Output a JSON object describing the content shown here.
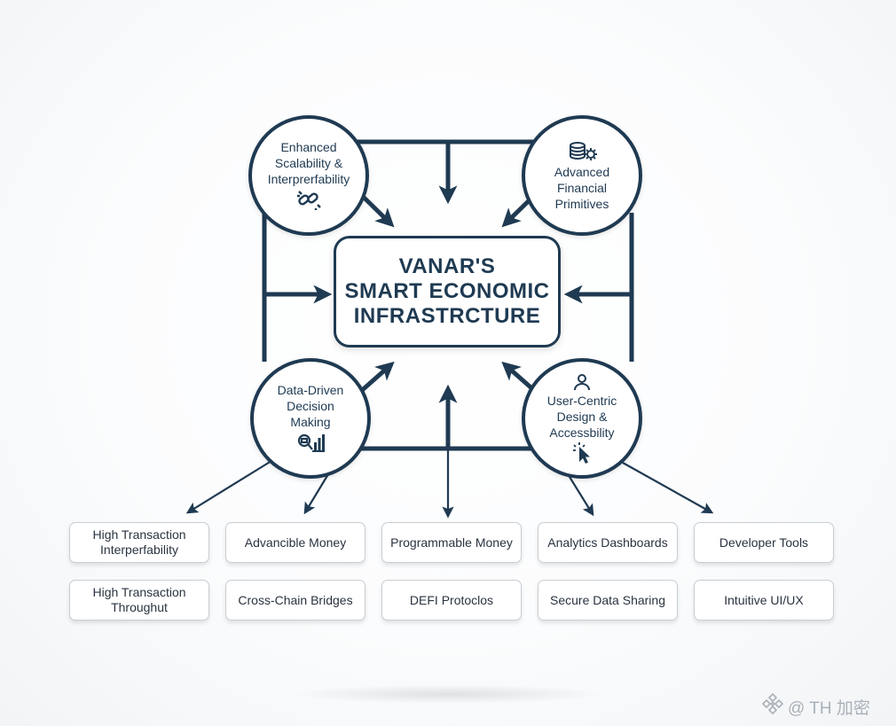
{
  "center": {
    "line1": "VANAR'S",
    "line2": "SMART ECONOMIC",
    "line3": "INFRASTRCTURE"
  },
  "nodes": [
    {
      "id": "tl",
      "lines": [
        "Enhanced",
        "Scalability &",
        "Interprerfability"
      ],
      "icon": "chain-link-icon"
    },
    {
      "id": "tr",
      "lines": [
        "Advanced",
        "Financial",
        "Primitives"
      ],
      "icon": "coins-gear-icon"
    },
    {
      "id": "bl",
      "lines": [
        "Data-Driven",
        "Decision",
        "Making"
      ],
      "icon": "magnifier-chart-icon"
    },
    {
      "id": "br",
      "lines": [
        "User-Centric",
        "Design &",
        "Accessbility"
      ],
      "icon": "user-icon"
    }
  ],
  "cards": {
    "row1": [
      "High Transaction Interperfability",
      "Advancible Money",
      "Programmable Money",
      "Analytics Dashboards",
      "Developer Tools"
    ],
    "row2": [
      "High Transaction Throughut",
      "Cross-Chain Bridges",
      "DEFI Protoclos",
      "Secure Data Sharing",
      "Intuitive UI/UX"
    ]
  },
  "watermark": {
    "text": "@ TH 加密",
    "icon": "binance-diamond-icon"
  },
  "colors": {
    "navy": "#1f3a52",
    "card_border": "#c9ced3",
    "watermark": "#aab1b8"
  }
}
